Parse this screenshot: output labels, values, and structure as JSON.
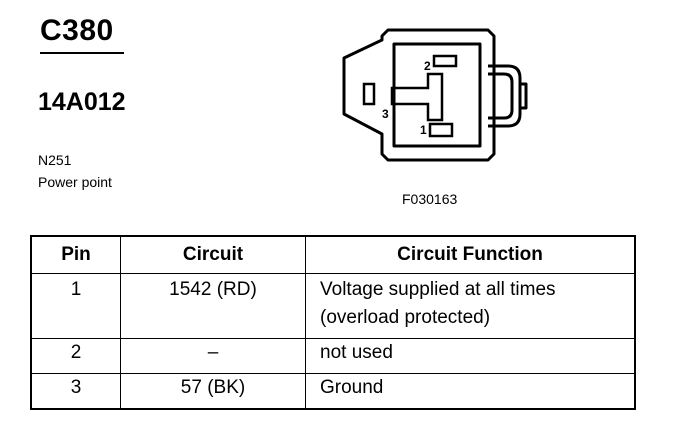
{
  "connector": {
    "id": "C380",
    "part_number": "14A012",
    "location_code": "N251",
    "description": "Power point",
    "figure_id": "F030163",
    "pin_labels": [
      "1",
      "2",
      "3"
    ]
  },
  "table": {
    "headers": {
      "pin": "Pin",
      "circuit": "Circuit",
      "function": "Circuit Function"
    },
    "rows": [
      {
        "pin": "1",
        "circuit": "1542 (RD)",
        "function_line1": "Voltage supplied at all times",
        "function_line2": "(overload protected)"
      },
      {
        "pin": "2",
        "circuit": "–",
        "function_line1": "not used",
        "function_line2": ""
      },
      {
        "pin": "3",
        "circuit": "57 (BK)",
        "function_line1": "Ground",
        "function_line2": ""
      }
    ]
  }
}
